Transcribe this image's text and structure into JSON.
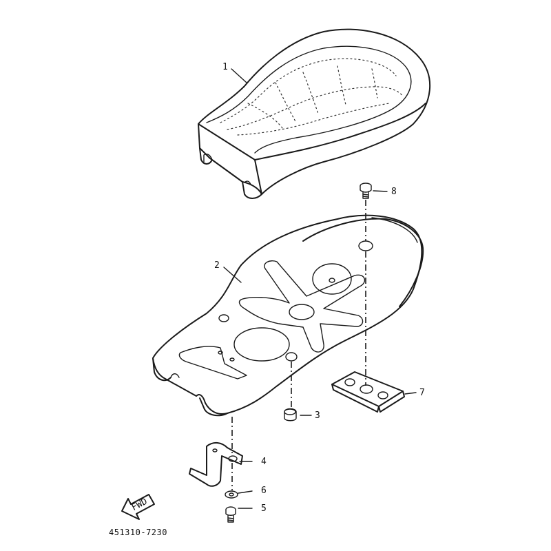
{
  "callouts": [
    {
      "id": "1",
      "text": "1"
    },
    {
      "id": "2",
      "text": "2"
    },
    {
      "id": "3",
      "text": "3"
    },
    {
      "id": "4",
      "text": "4"
    },
    {
      "id": "5",
      "text": "5"
    },
    {
      "id": "6",
      "text": "6"
    },
    {
      "id": "7",
      "text": "7"
    },
    {
      "id": "8",
      "text": "8"
    }
  ],
  "fwd_label": "FWD",
  "diagram_code": "451310-7230",
  "colors": {
    "line": "#1a1a1a",
    "background": "#ffffff"
  }
}
